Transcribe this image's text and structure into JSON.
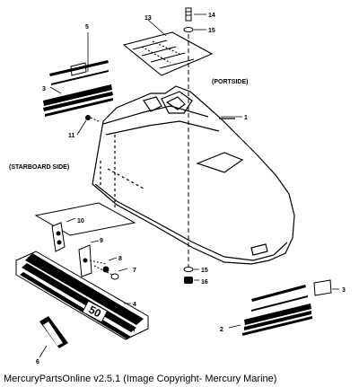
{
  "diagram": {
    "annotations": {
      "portside": "(PORTSIDE)",
      "starboard": "(STARBOARD SIDE)"
    },
    "callouts": {
      "c1": "1",
      "c2": "2",
      "c3a": "3",
      "c3b": "3",
      "c4": "4",
      "c5": "5",
      "c6": "6",
      "c7": "7",
      "c8": "8",
      "c9": "9",
      "c10": "10",
      "c11": "11",
      "c13": "13",
      "c14": "14",
      "c15a": "15",
      "c15b": "15",
      "c16": "16"
    },
    "decal_text": "50"
  },
  "caption": "MercuryPartsOnline v2.5.1 (Image Copyright- Mercury Marine)"
}
